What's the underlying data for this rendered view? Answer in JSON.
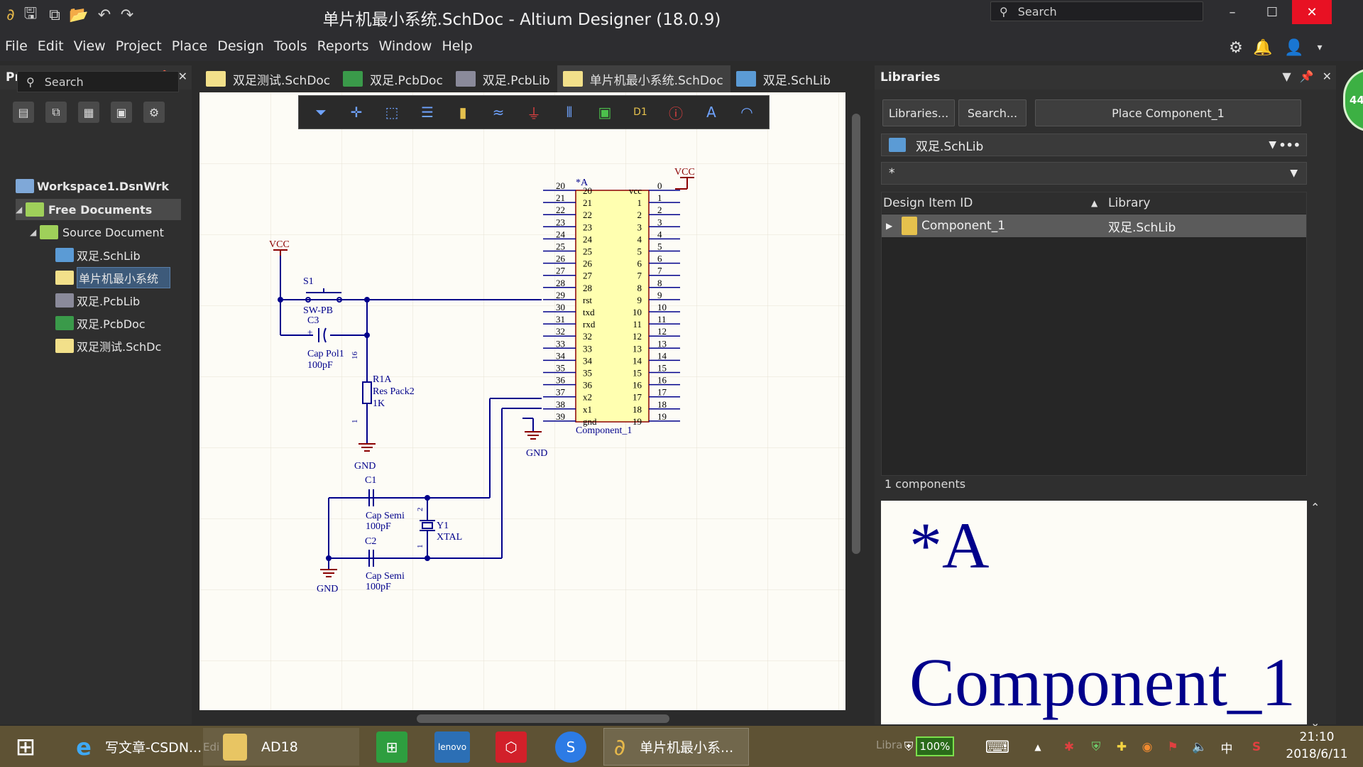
{
  "window": {
    "title": "单片机最小系统.SchDoc - Altium Designer (18.0.9)",
    "search_placeholder": "Search",
    "minimize": "–",
    "maximize": "☐",
    "close": "✕"
  },
  "menu": [
    "File",
    "Edit",
    "View",
    "Project",
    "Place",
    "Design",
    "Tools",
    "Reports",
    "Window",
    "Help"
  ],
  "projects_panel": {
    "title": "Projects",
    "search_placeholder": "Search",
    "workspace": "Workspace1.DsnWrk",
    "project": "Free Documents",
    "folder": "Source Document",
    "files": [
      "双足.SchLib",
      "单片机最小系统",
      "双足.PcbLib",
      "双足.PcbDoc",
      "双足测试.SchDc"
    ]
  },
  "tabs": [
    "双足测试.SchDoc",
    "双足.PcbDoc",
    "双足.PcbLib",
    "单片机最小系统.SchDoc",
    "双足.SchLib"
  ],
  "active_tab_index": 3,
  "libraries_panel": {
    "title": "Libraries",
    "libraries_button": "Libraries...",
    "search_button": "Search...",
    "place_button": "Place Component_1",
    "library_selected": "双足.SchLib",
    "filter": "*",
    "col_design_item": "Design Item ID",
    "col_library": "Library",
    "rows": [
      {
        "id": "Component_1",
        "library": "双足.SchLib"
      }
    ],
    "count_text": "1 components",
    "preview_designator": "*A",
    "preview_comment": "Component_1"
  },
  "schematic": {
    "u1_designator": "*A",
    "u1_comment": "Component_1",
    "vcc_label": "VCC",
    "gnd_label": "GND",
    "s1": "S1",
    "s1_val": "SW-PB",
    "c3": "C3",
    "c3_val": "Cap Pol1",
    "c3_cap": "100pF",
    "r1": "R1A",
    "r1_val": "Res Pack2",
    "r1_ohm": "1K",
    "r1_pin_top": "16",
    "r1_pin_bot": "1",
    "c1": "C1",
    "c1_val": "Cap Semi",
    "c1_cap": "100pF",
    "c2": "C2",
    "c2_val": "Cap Semi",
    "c2_cap": "100pF",
    "y1": "Y1",
    "y1_val": "XTAL",
    "y1_pin_top": "2",
    "y1_pin_bot": "1",
    "left_pins": [
      {
        "num": "20",
        "name": "20"
      },
      {
        "num": "21",
        "name": "21"
      },
      {
        "num": "22",
        "name": "22"
      },
      {
        "num": "23",
        "name": "23"
      },
      {
        "num": "24",
        "name": "24"
      },
      {
        "num": "25",
        "name": "25"
      },
      {
        "num": "26",
        "name": "26"
      },
      {
        "num": "27",
        "name": "27"
      },
      {
        "num": "28",
        "name": "28"
      },
      {
        "num": "29",
        "name": "rst"
      },
      {
        "num": "30",
        "name": "txd"
      },
      {
        "num": "31",
        "name": "rxd"
      },
      {
        "num": "32",
        "name": "32"
      },
      {
        "num": "33",
        "name": "33"
      },
      {
        "num": "34",
        "name": "34"
      },
      {
        "num": "35",
        "name": "35"
      },
      {
        "num": "36",
        "name": "36"
      },
      {
        "num": "37",
        "name": "x2"
      },
      {
        "num": "38",
        "name": "x1"
      },
      {
        "num": "39",
        "name": "gnd"
      }
    ],
    "right_pins": [
      {
        "num": "0",
        "name": "vcc"
      },
      {
        "num": "1",
        "name": "1"
      },
      {
        "num": "2",
        "name": "2"
      },
      {
        "num": "3",
        "name": "3"
      },
      {
        "num": "4",
        "name": "4"
      },
      {
        "num": "5",
        "name": "5"
      },
      {
        "num": "6",
        "name": "6"
      },
      {
        "num": "7",
        "name": "7"
      },
      {
        "num": "8",
        "name": "8"
      },
      {
        "num": "9",
        "name": "9"
      },
      {
        "num": "10",
        "name": "10"
      },
      {
        "num": "11",
        "name": "11"
      },
      {
        "num": "12",
        "name": "12"
      },
      {
        "num": "13",
        "name": "13"
      },
      {
        "num": "14",
        "name": "14"
      },
      {
        "num": "15",
        "name": "15"
      },
      {
        "num": "16",
        "name": "16"
      },
      {
        "num": "17",
        "name": "17"
      },
      {
        "num": "18",
        "name": "18"
      },
      {
        "num": "19",
        "name": "19"
      }
    ]
  },
  "taskbar": {
    "csdn": "写文章-CSDN...",
    "csdn_overlay": "Edi",
    "ad18": "AD18",
    "active_app": "单片机最小系...",
    "libra_ghost": "Libra",
    "battery": "100%",
    "time": "21:10",
    "date": "2018/6/11",
    "ime": "中"
  },
  "colors": {
    "schematic_wire": "#00008b",
    "power_red": "#8b0000",
    "component_fill": "#ffffb0"
  }
}
